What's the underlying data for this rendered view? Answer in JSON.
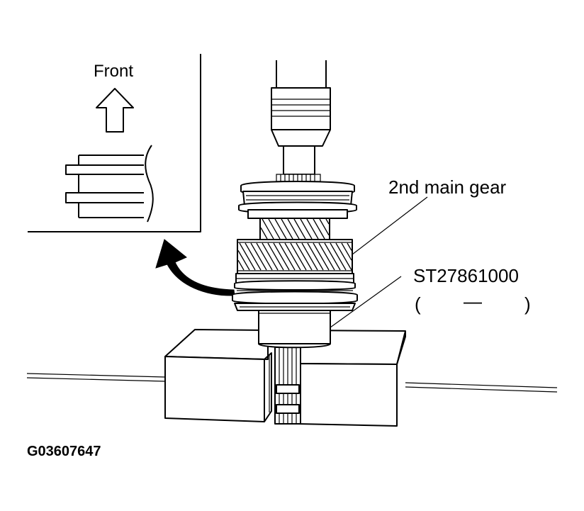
{
  "labels": {
    "front": "Front",
    "gear": "2nd main gear",
    "tool": "ST27861000",
    "tool_sub_open": "(",
    "tool_sub_dash": "—",
    "tool_sub_close": ")",
    "figure_id": "G03607647"
  }
}
